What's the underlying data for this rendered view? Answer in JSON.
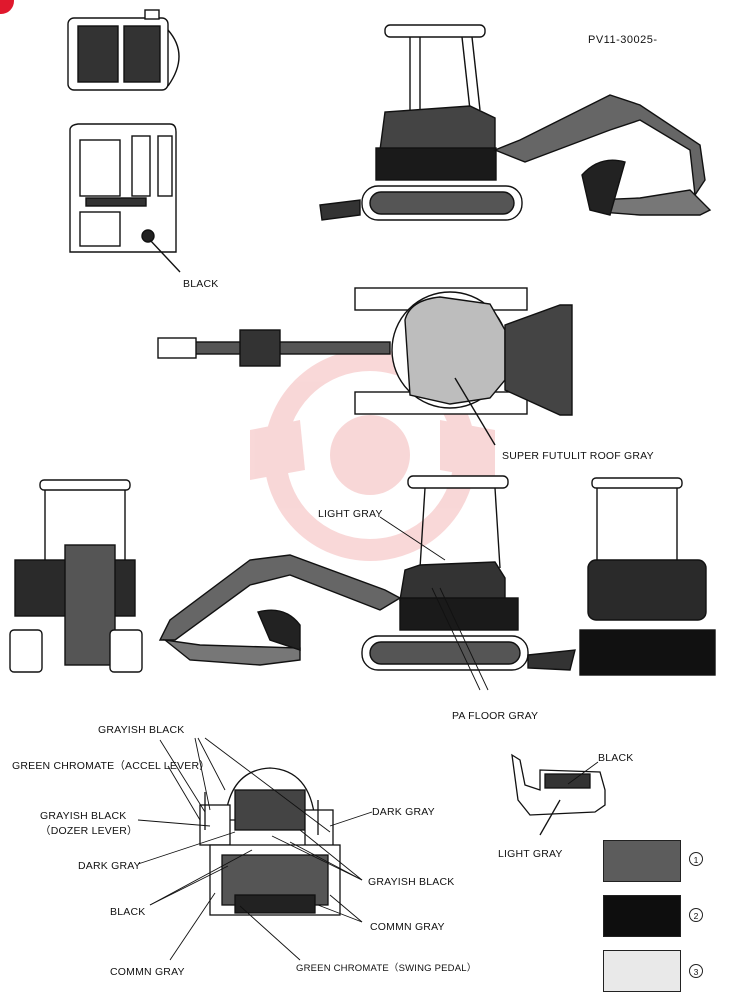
{
  "reference": "PV11-30025-",
  "labels": {
    "black_cab": "BLACK",
    "roof_gray": "SUPER FUTULIT ROOF GRAY",
    "light_gray": "LIGHT GRAY",
    "pa_floor_gray": "PA FLOOR  GRAY",
    "grayish_black_top": "GRAYISH BLACK",
    "green_chromate_accel": "GREEN CHROMATE（ACCEL LEVER）",
    "grayish_black_dozer": "GRAYISH BLACK",
    "dozer_lever": "（DOZER LEVER）",
    "dark_gray_left": "DARK GRAY",
    "black_left": "BLACK",
    "commn_gray_bottom": "COMMN  GRAY",
    "green_chromate_swing": "GREEN CHROMATE（SWING PEDAL）",
    "dark_gray_right": "DARK GRAY",
    "grayish_black_right": "GRAYISH BLACK",
    "commn_gray_right": "COMMN  GRAY",
    "black_tank": "BLACK",
    "light_gray_tank": "LIGHT GRAY"
  },
  "legend": [
    {
      "number": "1",
      "color": "#5c5c5c"
    },
    {
      "number": "2",
      "color": "#0e0e0e"
    },
    {
      "number": "3",
      "color": "#e9e9e9"
    }
  ],
  "colors": {
    "ink": "#111111",
    "dark_fill": "#2a2a2a",
    "mid_fill": "#5a5a5a",
    "light_fill": "#d8d8d8",
    "watermark": "#f4b8b8",
    "corner_badge": "#e0182d"
  }
}
